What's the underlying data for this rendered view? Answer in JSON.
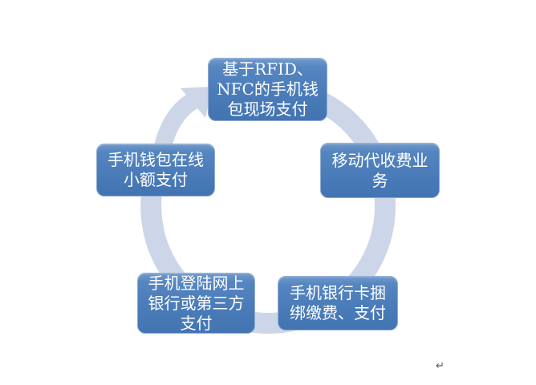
{
  "diagram": {
    "type": "cycle",
    "flow": "clockwise",
    "nodes": [
      {
        "position": "top",
        "label": "基于RFID、NFC的手机钱包现场支付",
        "lines": [
          "基于RFID、",
          "NFC的手机钱",
          "包现场支付"
        ]
      },
      {
        "position": "right",
        "label": "移动代收费业务",
        "lines": [
          "移动代收费业",
          "务"
        ]
      },
      {
        "position": "bottom-right",
        "label": "手机银行卡捆绑缴费、支付",
        "lines": [
          "手机银行卡捆",
          "绑缴费、支付"
        ]
      },
      {
        "position": "bottom-left",
        "label": "手机登陆网上银行或第三方支付",
        "lines": [
          "手机登陆网上",
          "银行或第三方",
          "支付"
        ]
      },
      {
        "position": "left",
        "label": "手机钱包在线小额支付",
        "lines": [
          "手机钱包在线",
          "小额支付"
        ]
      }
    ],
    "colors": {
      "node_fill": "#4b7cba",
      "node_border": "#8fabd3",
      "ring": "#cdd6e8",
      "text": "#ffffff"
    }
  },
  "page": {
    "paragraph_mark": "↵"
  }
}
